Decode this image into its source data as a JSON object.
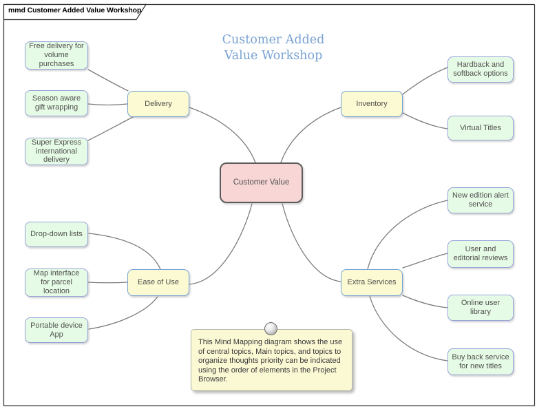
{
  "tab": {
    "label": "mmd Customer Added Value Workshop"
  },
  "title": {
    "text": "Customer Added Value Workshop"
  },
  "nodes": {
    "central": {
      "label": "Customer Value",
      "type": "central"
    },
    "delivery": {
      "label": "Delivery",
      "type": "main"
    },
    "inventory": {
      "label": "Inventory",
      "type": "main"
    },
    "ease_of_use": {
      "label": "Ease of Use",
      "type": "main"
    },
    "extra_services": {
      "label": "Extra Services",
      "type": "main"
    },
    "free_delivery": {
      "label": "Free delivery for volume purchases",
      "type": "sub"
    },
    "season_aware": {
      "label": "Season aware gift wrapping",
      "type": "sub"
    },
    "super_express": {
      "label": "Super Express international delivery",
      "type": "sub"
    },
    "hardback_softback": {
      "label": "Hardback and softback options",
      "type": "sub"
    },
    "virtual_titles": {
      "label": "Virtual Titles",
      "type": "sub"
    },
    "drop_down_lists": {
      "label": "Drop-down lists",
      "type": "sub"
    },
    "map_interface": {
      "label": "Map interface for parcel location",
      "type": "sub"
    },
    "portable_device": {
      "label": "Portable device App",
      "type": "sub"
    },
    "new_edition_alert": {
      "label": "New edition alert service",
      "type": "sub"
    },
    "user_editorial_reviews": {
      "label": "User and editorial reviews",
      "type": "sub"
    },
    "online_user_library": {
      "label": "Online user library",
      "type": "sub"
    },
    "buy_back_service": {
      "label": "Buy back service for new titles",
      "type": "sub"
    }
  },
  "connections": [
    [
      "central",
      "delivery"
    ],
    [
      "central",
      "inventory"
    ],
    [
      "central",
      "ease_of_use"
    ],
    [
      "central",
      "extra_services"
    ],
    [
      "delivery",
      "free_delivery"
    ],
    [
      "delivery",
      "season_aware"
    ],
    [
      "delivery",
      "super_express"
    ],
    [
      "inventory",
      "hardback_softback"
    ],
    [
      "inventory",
      "virtual_titles"
    ],
    [
      "ease_of_use",
      "drop_down_lists"
    ],
    [
      "ease_of_use",
      "map_interface"
    ],
    [
      "ease_of_use",
      "portable_device"
    ],
    [
      "extra_services",
      "new_edition_alert"
    ],
    [
      "extra_services",
      "user_editorial_reviews"
    ],
    [
      "extra_services",
      "online_user_library"
    ],
    [
      "extra_services",
      "buy_back_service"
    ]
  ],
  "note": {
    "text": "This Mind Mapping diagram shows the use of central topics, Main topics, and topics to organize thoughts priority can be indicated using the order of elements in the Project Browser."
  },
  "colors": {
    "title_text": "#7aa3d2",
    "central_fill": "#f8d6d6",
    "central_border": "#5c5c5c",
    "main_topic_fill": "#fbfad2",
    "main_topic_border": "#76a3d4",
    "sub_topic_fill": "#e6fbe6",
    "sub_topic_border": "#97a4da",
    "connector": "#7b7b7b",
    "note_fill": "#fbf8d4",
    "note_border": "#b8b8a8",
    "frame_border": "#2f2f2f",
    "node_text": "#4f4f4f"
  }
}
